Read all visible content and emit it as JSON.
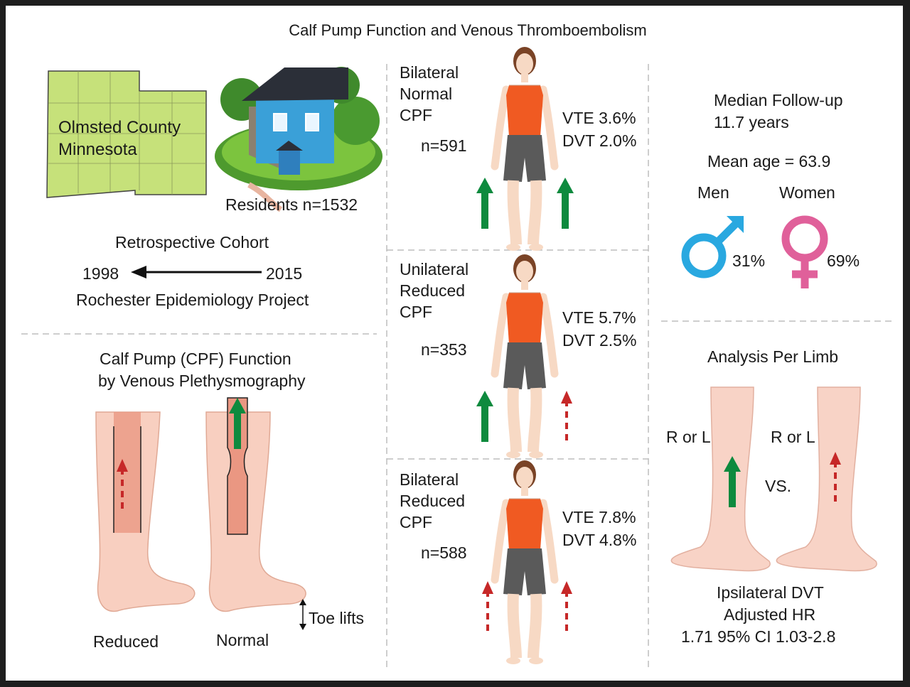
{
  "title": "Calf Pump Function and Venous Thromboembolism",
  "county": {
    "line1": "Olmsted County",
    "line2": "Minnesota"
  },
  "residents": "Residents n=1532",
  "cohort": {
    "title": "Retrospective Cohort",
    "start_year": "1998",
    "end_year": "2015",
    "project": "Rochester Epidemiology Project"
  },
  "cpf_method": {
    "line1": "Calf Pump (CPF) Function",
    "line2": "by Venous Plethysmography",
    "reduced": "Reduced",
    "normal": "Normal",
    "toe_lifts": "Toe lifts"
  },
  "groups": [
    {
      "line1": "Bilateral",
      "line2": "Normal",
      "line3": "CPF",
      "n": "n=591",
      "vte": "VTE 3.6%",
      "dvt": "DVT 2.0%"
    },
    {
      "line1": "Unilateral",
      "line2": "Reduced",
      "line3": "CPF",
      "n": "n=353",
      "vte": "VTE 5.7%",
      "dvt": "DVT 2.5%"
    },
    {
      "line1": "Bilateral",
      "line2": "Reduced",
      "line3": "CPF",
      "n": "n=588",
      "vte": "VTE 7.8%",
      "dvt": "DVT 4.8%"
    }
  ],
  "demographics": {
    "followup_line1": "Median Follow-up",
    "followup_line2": "11.7 years",
    "mean_age": "Mean age = 63.9",
    "men": "Men",
    "women": "Women",
    "men_pct": "31%",
    "women_pct": "69%"
  },
  "analysis": {
    "title": "Analysis Per Limb",
    "left_label": "R or L",
    "right_label": "R or L",
    "vs": "VS.",
    "result_line1": "Ipsilateral DVT",
    "result_line2": "Adjusted HR",
    "result_line3": "1.71 95% CI 1.03-2.8"
  },
  "colors": {
    "green_arrow": "#0e8a3e",
    "red_arrow": "#c62828",
    "male": "#29a8e0",
    "female": "#e0609a",
    "map_fill": "#c6e17a",
    "skin": "#f8cfc0",
    "vein": "#ea9782",
    "house": "#3aa0d8"
  }
}
